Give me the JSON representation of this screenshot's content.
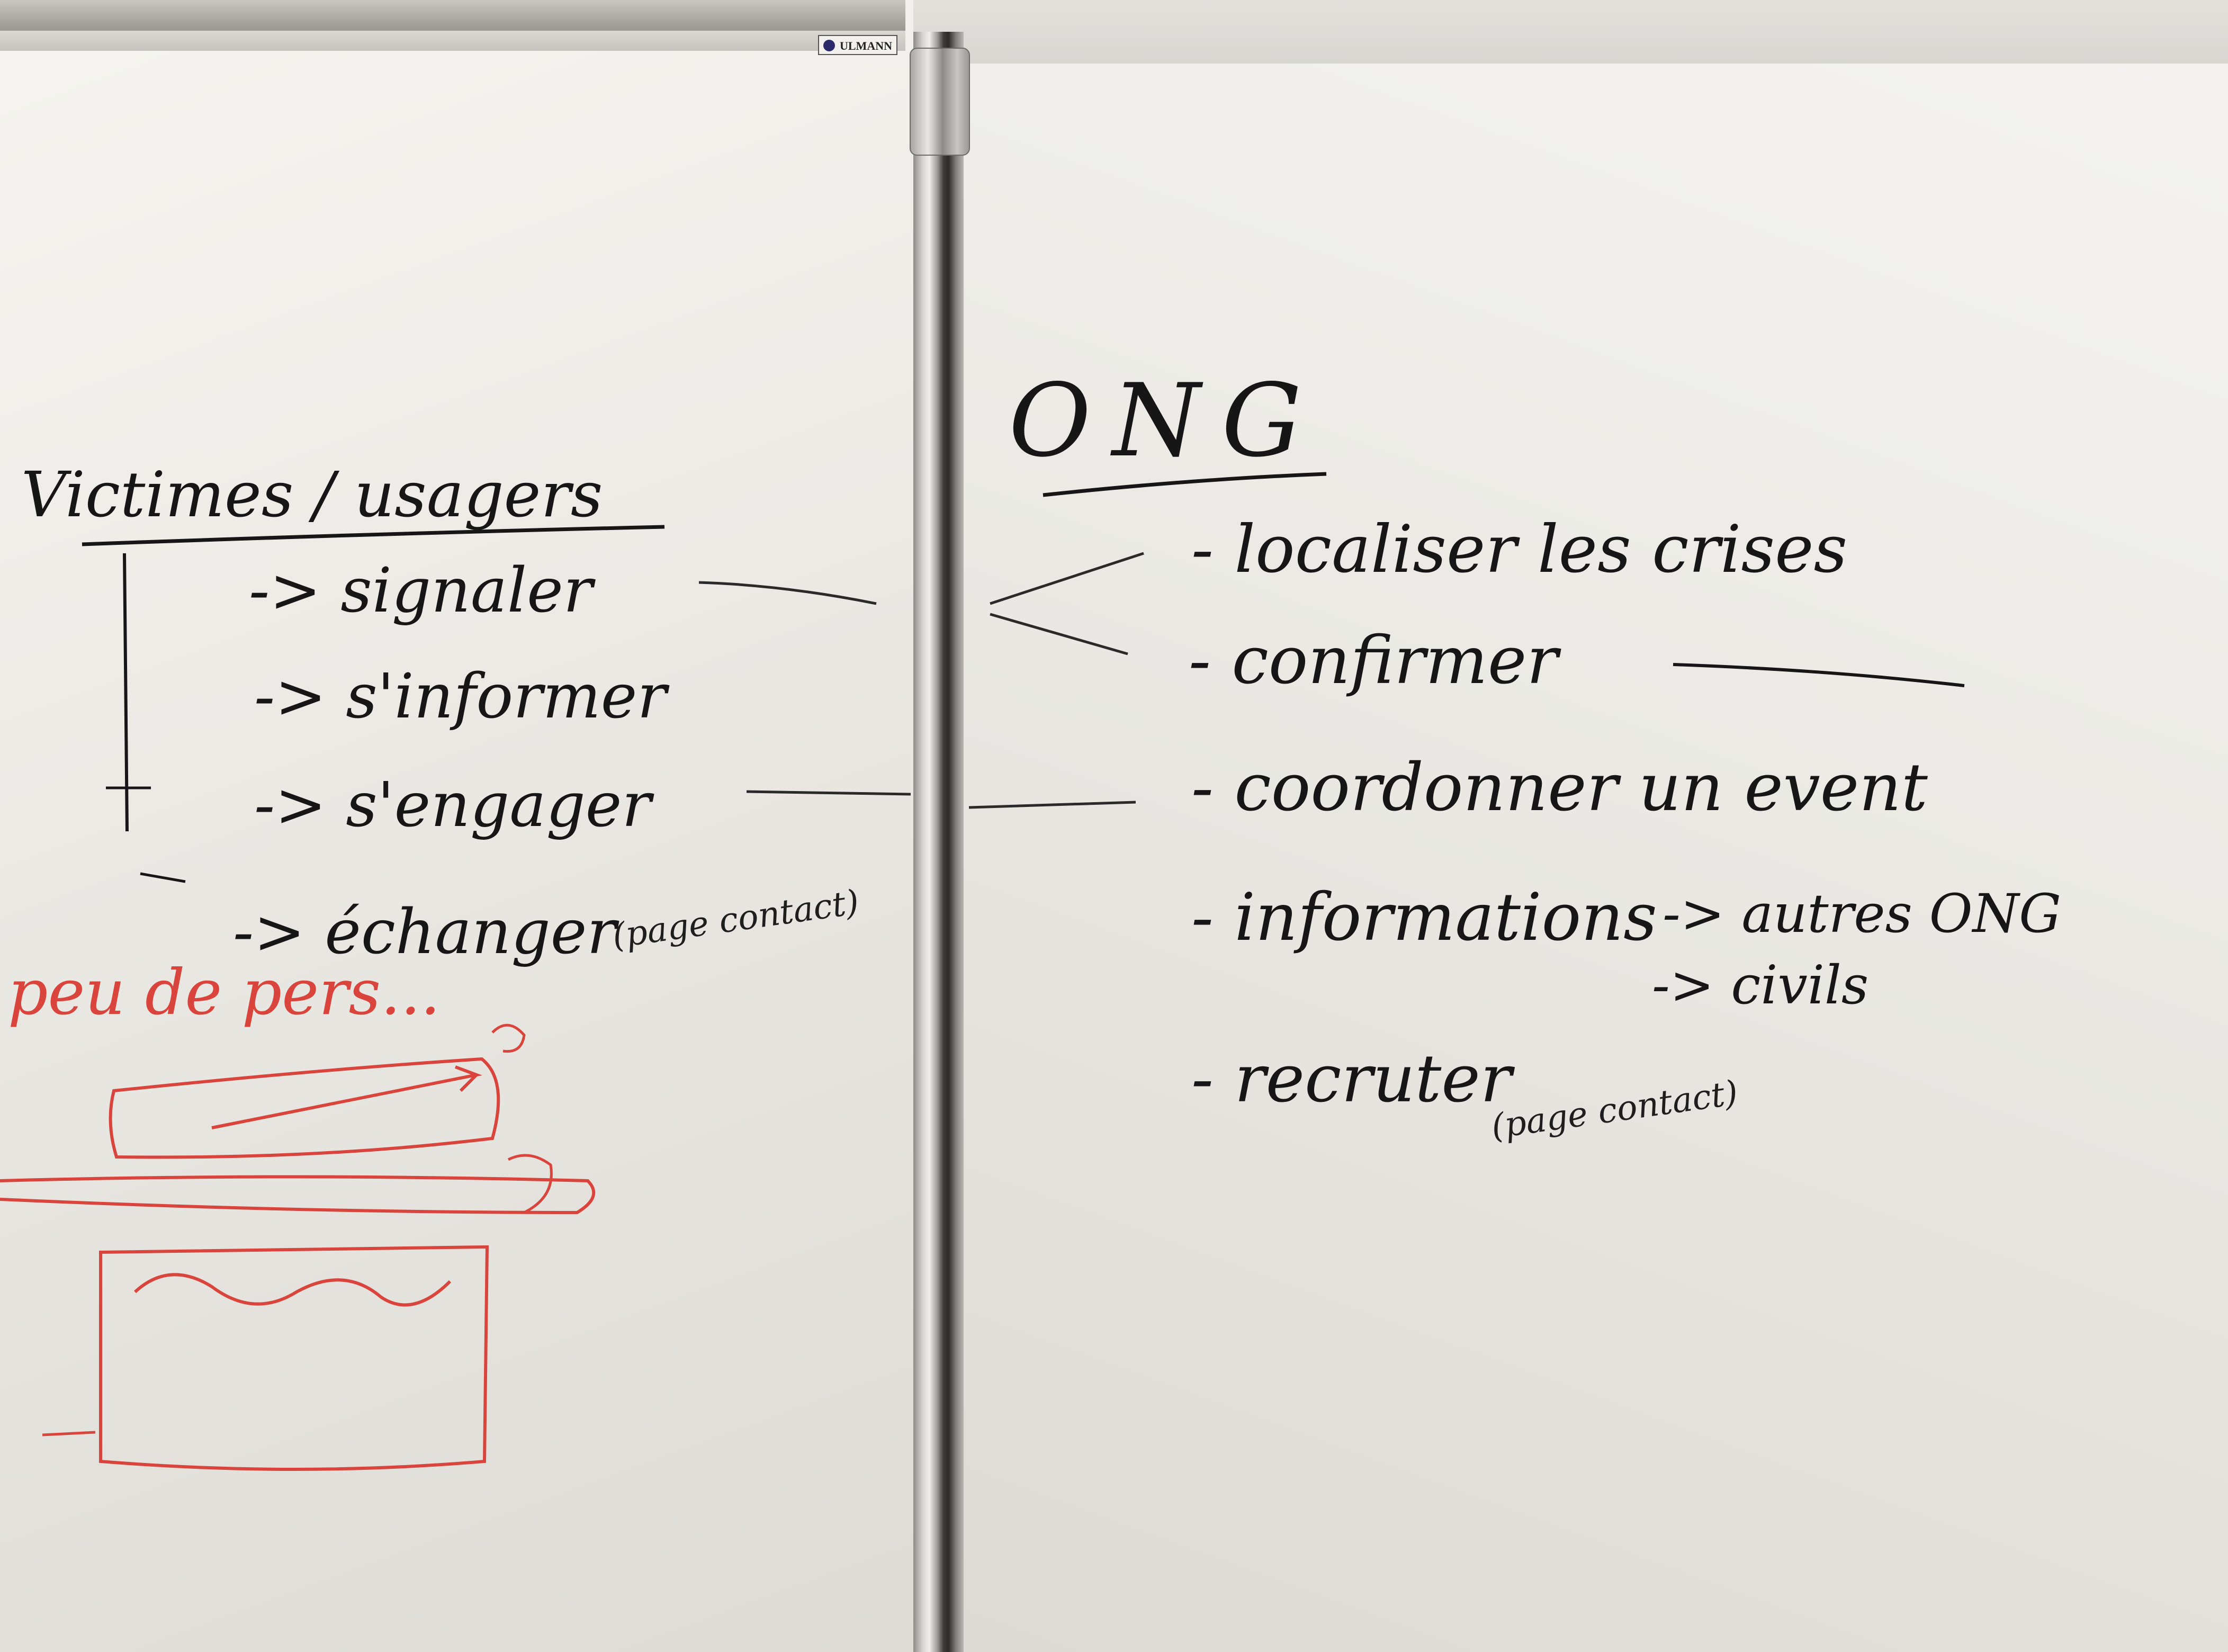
{
  "brand": {
    "label": "ULMANN"
  },
  "left": {
    "heading": "Victimes / usagers",
    "items": [
      "-> signaler",
      "-> s'informer",
      "-> s'engager",
      "-> échanger"
    ],
    "note": "(page contact)",
    "red_note": "peu de pers..."
  },
  "right": {
    "heading": "ONG",
    "items": [
      "- localiser les crises",
      "- confirmer",
      "- coordonner un event",
      "- informations",
      "- recruter"
    ],
    "info_targets": [
      "-> autres ONG",
      "-> civils"
    ],
    "note": "(page contact)"
  },
  "colors": {
    "ink": "#161616",
    "red_marker": "#d9453c",
    "board": "#f1f0ec"
  }
}
